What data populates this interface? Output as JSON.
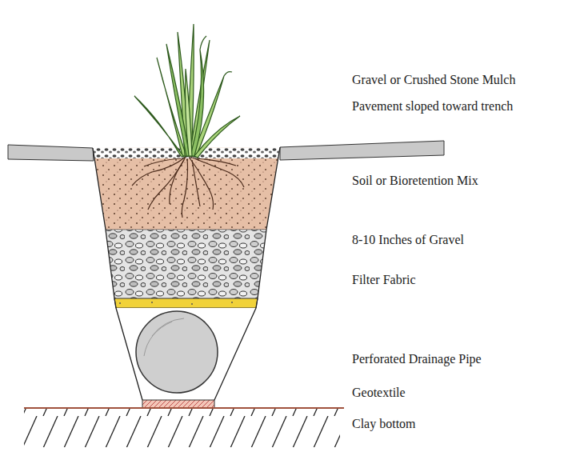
{
  "diagram": {
    "labels": [
      "Gravel or Crushed Stone Mulch",
      "Pavement sloped toward trench",
      "Soil or Bioretention Mix",
      "8-10 Inches of Gravel",
      "Filter Fabric",
      "Perforated Drainage Pipe",
      "Geotextile",
      "Clay bottom"
    ]
  }
}
